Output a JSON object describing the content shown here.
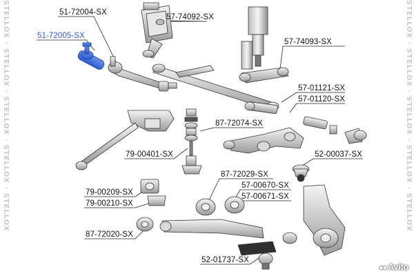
{
  "labels": {
    "p51_72004": "51-72004-SX",
    "p51_72005": "51-72005-SX",
    "p57_74092": "57-74092-SX",
    "p57_74093": "57-74093-SX",
    "p57_01121": "57-01121-SX",
    "p57_01120": "57-01120-SX",
    "p87_72074": "87-72074-SX",
    "p79_00401": "79-00401-SX",
    "p52_00037": "52-00037-SX",
    "p87_72029": "87-72029-SX",
    "p57_00670": "57-00670-SX",
    "p57_00671": "57-00671-SX",
    "p79_00209": "79-00209-SX",
    "p79_00210": "79-00210-SX",
    "p87_72020": "87-72020-SX",
    "p52_01737": "52-01737-SX"
  },
  "watermark": "STELLOX",
  "brand": {
    "name": "Avito"
  },
  "colors": {
    "highlight": "#2a5bd7",
    "label": "#111111",
    "line": "#222222",
    "watermark": "#c9c9c9"
  }
}
